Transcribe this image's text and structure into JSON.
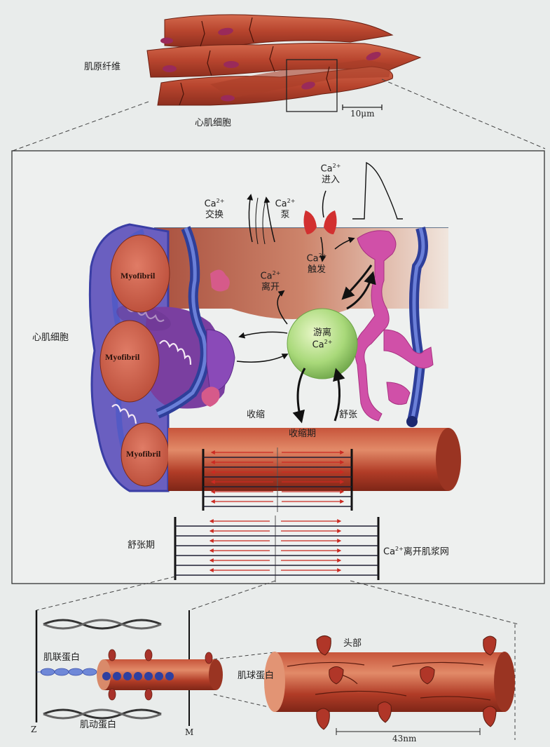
{
  "top": {
    "myofibril_label": "肌原纤维",
    "cell_label": "心肌细胞",
    "scale_label": "10μm"
  },
  "middle": {
    "ca_influx": {
      "ion": "Ca",
      "charge": "2+",
      "text": "进入"
    },
    "ca_exchange": {
      "ion": "Ca",
      "charge": "2+",
      "text": "交换"
    },
    "ca_pump": {
      "ion": "Ca",
      "charge": "2+",
      "text": "泵"
    },
    "ca_trigger": {
      "ion": "Ca",
      "charge": "2+",
      "text": "触发"
    },
    "ca_leave": {
      "ion": "Ca",
      "charge": "2+",
      "text": "离开"
    },
    "free_ca": {
      "text": "游离",
      "ion": "Ca",
      "charge": "2+"
    },
    "cardiomyocyte_label": "心肌细胞",
    "myofibril_labels": [
      "Myofibril",
      "Myofibril",
      "Myofibril"
    ],
    "contract_label": "收缩",
    "relax_label": "舒张",
    "systole_label": "收缩期",
    "diastole_label": "舒张期",
    "sr_leave": {
      "ion": "Ca",
      "charge": "2+",
      "text": "离开肌浆网"
    }
  },
  "bottom": {
    "titin_label": "肌联蛋白",
    "actin_label": "肌动蛋白",
    "myosin_label": "肌球蛋白",
    "head_label": "头部",
    "z_label": "Z",
    "m_label": "M",
    "spacing_label": "43nm"
  },
  "colors": {
    "muscle": "#b8452e",
    "muscle_light": "#d98a6a",
    "membrane_blue": "#2e3f9a",
    "sr_pink": "#d050a8",
    "free_ca_green": "#a9d97a",
    "actin_red": "#cc2a22"
  }
}
